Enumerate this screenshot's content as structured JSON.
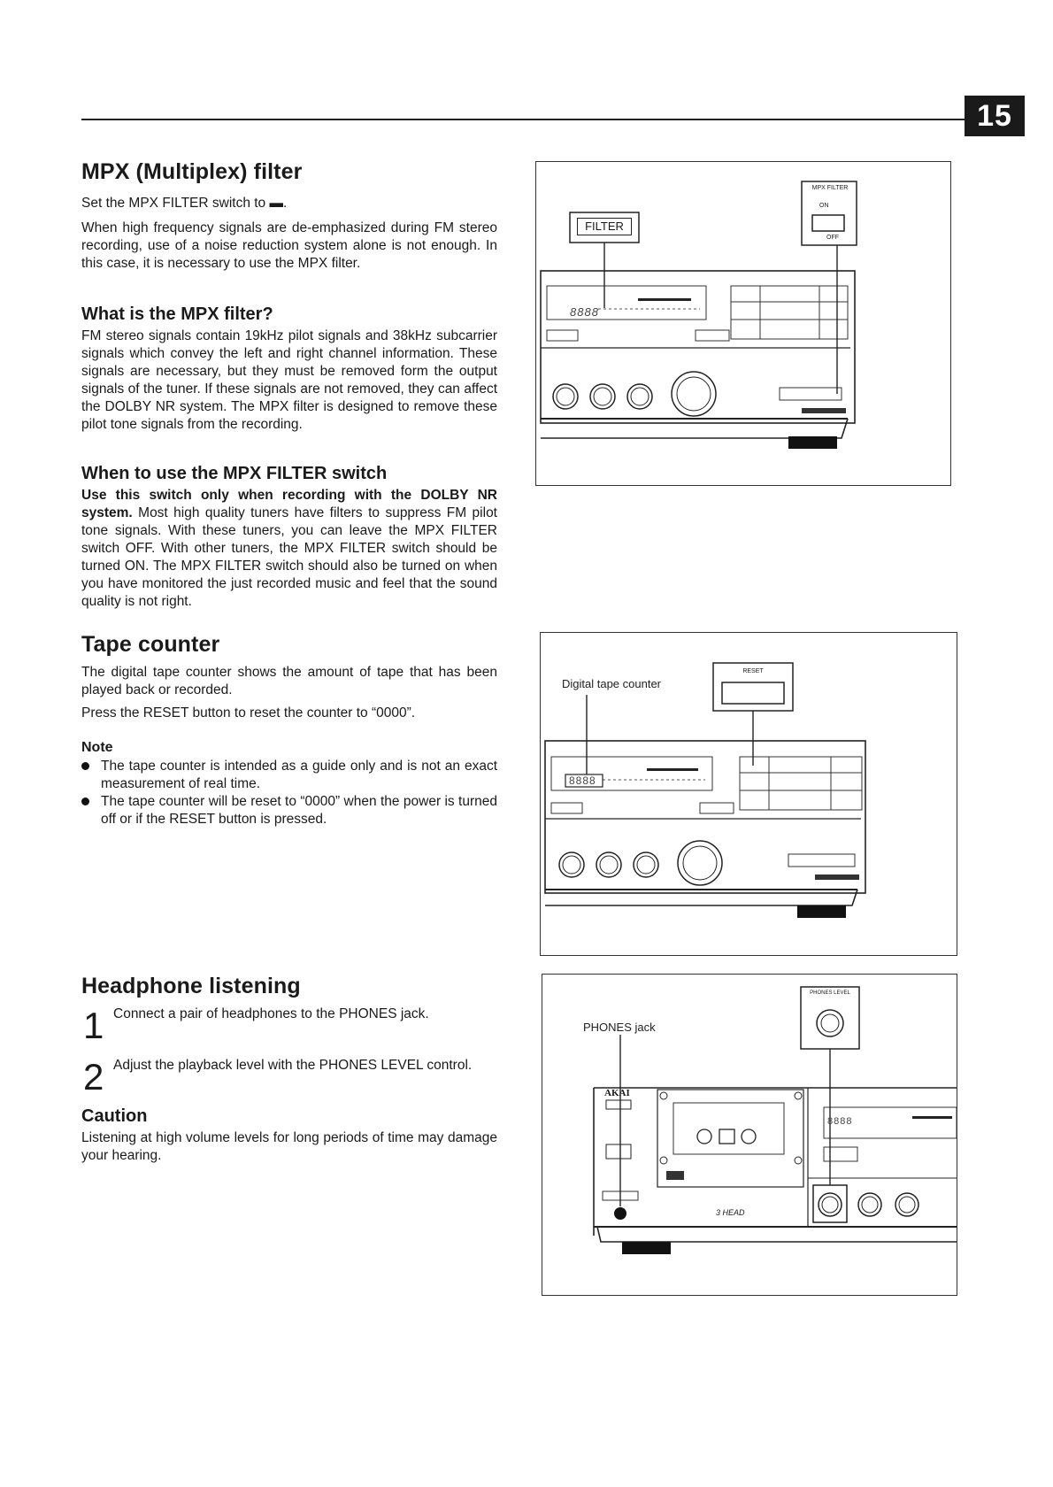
{
  "page_number": "15",
  "mpx": {
    "title": "MPX (Multiplex) filter",
    "p1": "Set the MPX FILTER switch to ▬.",
    "p2": "When high frequency signals are de-emphasized during FM stereo recording, use of a noise reduction system alone is not enough. In this case, it is necessary to use the MPX filter.",
    "what_title": "What is the MPX filter?",
    "what_text": "FM stereo signals contain 19kHz pilot signals and 38kHz subcarrier signals which convey the left and right channel information. These signals are necessary, but they must be removed form the output signals of the tuner. If these signals are not removed, they can affect the DOLBY NR system. The MPX filter is designed to remove these pilot tone signals from the recording.",
    "when_title": "When to use the MPX FILTER switch",
    "when_bold": "Use this switch only when recording with the DOLBY NR system.",
    "when_text": " Most high quality tuners have filters to suppress FM pilot tone signals. With these tuners, you can leave the MPX FILTER switch OFF. With other tuners, the MPX FILTER switch should be turned ON. The MPX FILTER switch should also be turned on when you have monitored the just recorded music and feel that the sound quality is not right.",
    "fig_filter_label": "FILTER",
    "fig_switch_title": "MPX FILTER",
    "fig_switch_on": "ON",
    "fig_switch_off": "OFF",
    "fig_display": "8888"
  },
  "tape": {
    "title": "Tape counter",
    "p1": "The digital tape counter shows the amount of tape that has been played back or recorded.",
    "p2": "Press the RESET button to reset the counter to “0000”.",
    "note_title": "Note",
    "notes": [
      "The tape counter is intended as a guide only and is not an exact measurement of real time.",
      "The tape counter will be reset to “0000” when the power is turned off or if the RESET button is pressed."
    ],
    "fig_callout": "Digital tape counter",
    "fig_reset": "RESET",
    "fig_display": "8888"
  },
  "headphone": {
    "title": "Headphone listening",
    "step1_num": "1",
    "step1": "Connect a pair of headphones to the PHONES jack.",
    "step2_num": "2",
    "step2": "Adjust the playback level with the PHONES LEVEL control.",
    "caution_title": "Caution",
    "caution_text": "Listening at high volume levels for long periods of time may damage your hearing.",
    "fig_callout": "PHONES jack",
    "fig_phones_level": "PHONES LEVEL",
    "fig_brand": "AKAI",
    "fig_3head": "3 HEAD",
    "fig_display": "8888"
  }
}
